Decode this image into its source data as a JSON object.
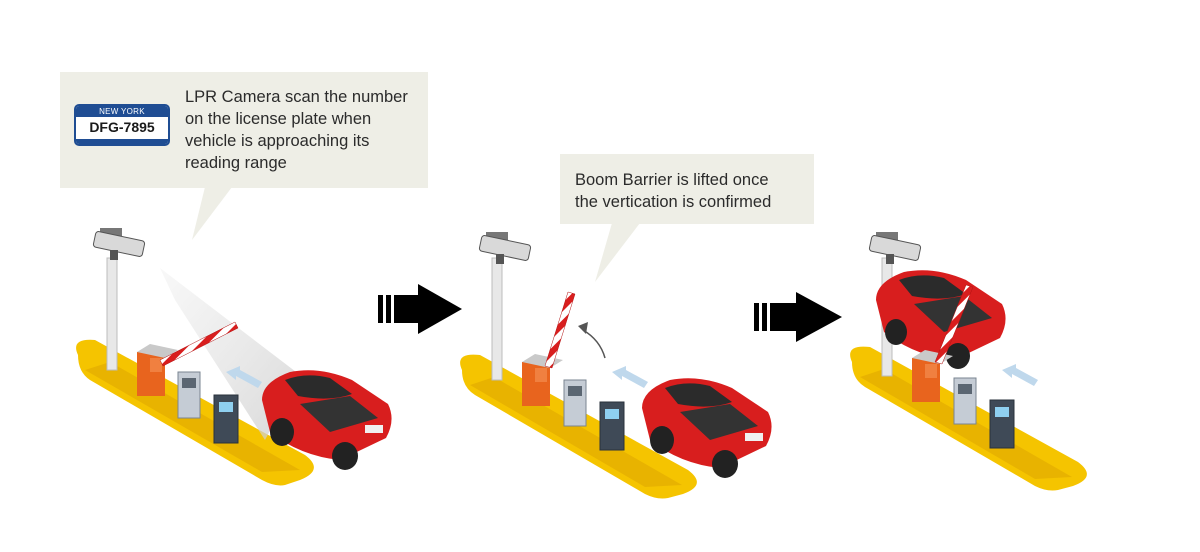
{
  "callouts": {
    "step1": "LPR Camera scan the number\non the license plate  when\nvehicle is approaching its\nreading range",
    "step2": "Boom Barrier is lifted once\nthe vertication is confirmed"
  },
  "plate": {
    "state": "NEW YORK",
    "number": "DFG-7895"
  },
  "colors": {
    "callout_bg": "#eeeee6",
    "island_yellow": "#f5c400",
    "car_red": "#d81e1e",
    "barrier_orange": "#e8641e",
    "arrow_black": "#000000",
    "plate_blue": "#1f4d93"
  },
  "icons": [
    "lpr-camera-icon",
    "boom-barrier-icon",
    "car-icon",
    "ticket-machine-icon",
    "direction-arrow-icon"
  ]
}
